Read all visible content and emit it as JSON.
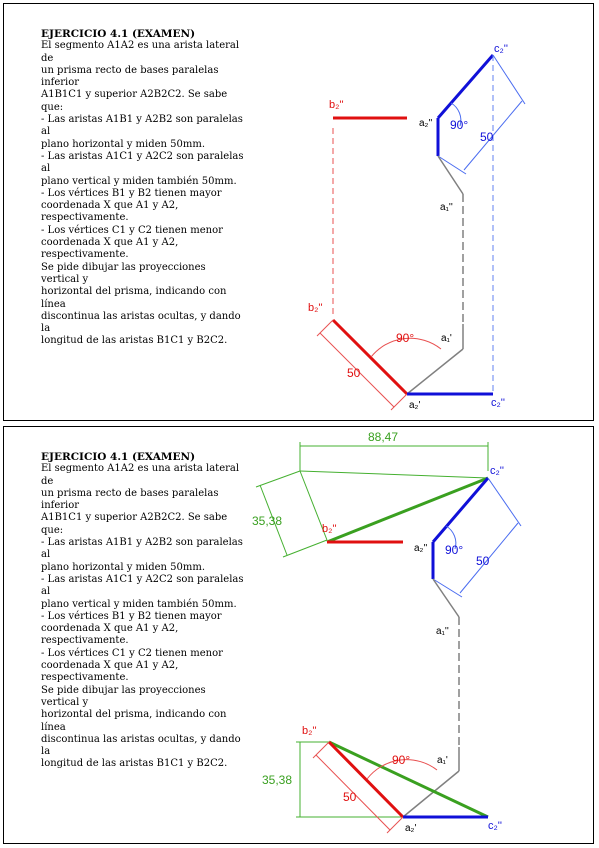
{
  "statement": {
    "title": "EJERCICIO 4.1 (EXAMEN)",
    "lines": [
      "El segmento A1A2 es una arista lateral de",
      "un prisma recto de bases paralelas inferior",
      "A1B1C1 y superior A2B2C2. Se sabe que:",
      "- Las aristas A1B1 y A2B2 son paralelas al",
      "plano horizontal y miden 50mm.",
      "- Las aristas A1C1 y A2C2 son paralelas al",
      "plano vertical y miden también 50mm.",
      "- Los vértices B1 y B2 tienen mayor",
      "coordenada X que A1 y A2,",
      "respectivamente.",
      "- Los vértices C1 y C2 tienen menor",
      "coordenada X que A1 y A2,",
      "respectivamente.",
      "Se pide dibujar las proyecciones vertical y",
      "horizontal del prisma, indicando con línea",
      "discontinua las aristas ocultas, y dando la",
      "longitud de las aristas B1C1 y B2C2."
    ]
  },
  "labels": {
    "c2_upper": "c₂''",
    "b2_upper": "b₂''",
    "a2_upper": "a₂''",
    "a1_upper": "a₁''",
    "b2_lower": "b₂''",
    "a1_lower": "a₁'",
    "a2_lower": "a₂'",
    "c2_lower": "c₂''",
    "angle_upper": "90°",
    "angle_lower": "90°",
    "dim_upper": "50",
    "dim_lower": "50",
    "dim_width": "88,47",
    "dim_height_upper": "35,38",
    "dim_height_lower": "35,38"
  },
  "colors": {
    "red": "#e01010",
    "blue": "#1010d8",
    "green": "#3aa020",
    "gray": "#808080",
    "light_blue": "#4a6cf0",
    "light_red": "#e85050",
    "light_green": "#45b030"
  }
}
